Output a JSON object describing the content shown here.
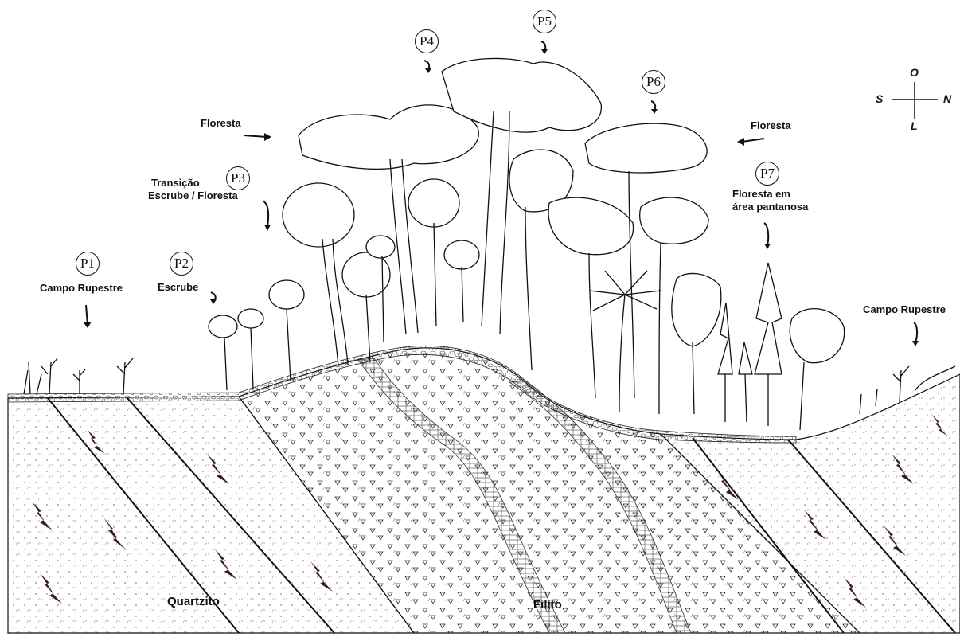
{
  "markers": [
    "P1",
    "P2",
    "P3",
    "P4",
    "P5",
    "P6",
    "P7"
  ],
  "labels": {
    "campo_rupestre_left": "Campo Rupestre",
    "escrube": "Escrube",
    "transicao_line1": "Transição",
    "transicao_line2": "Escrube / Floresta",
    "floresta_left": "Floresta",
    "floresta_right": "Floresta",
    "floresta_pantanosa_line1": "Floresta em",
    "floresta_pantanosa_line2": "área pantanosa",
    "campo_rupestre_right": "Campo Rupestre",
    "quartzito": "Quartzito",
    "filito": "Filito"
  },
  "compass": {
    "north": "N",
    "south": "S",
    "west": "O",
    "east": "L"
  },
  "colors": {
    "ink": "#111111",
    "background": "#ffffff",
    "vein": "#3a1c1c"
  }
}
